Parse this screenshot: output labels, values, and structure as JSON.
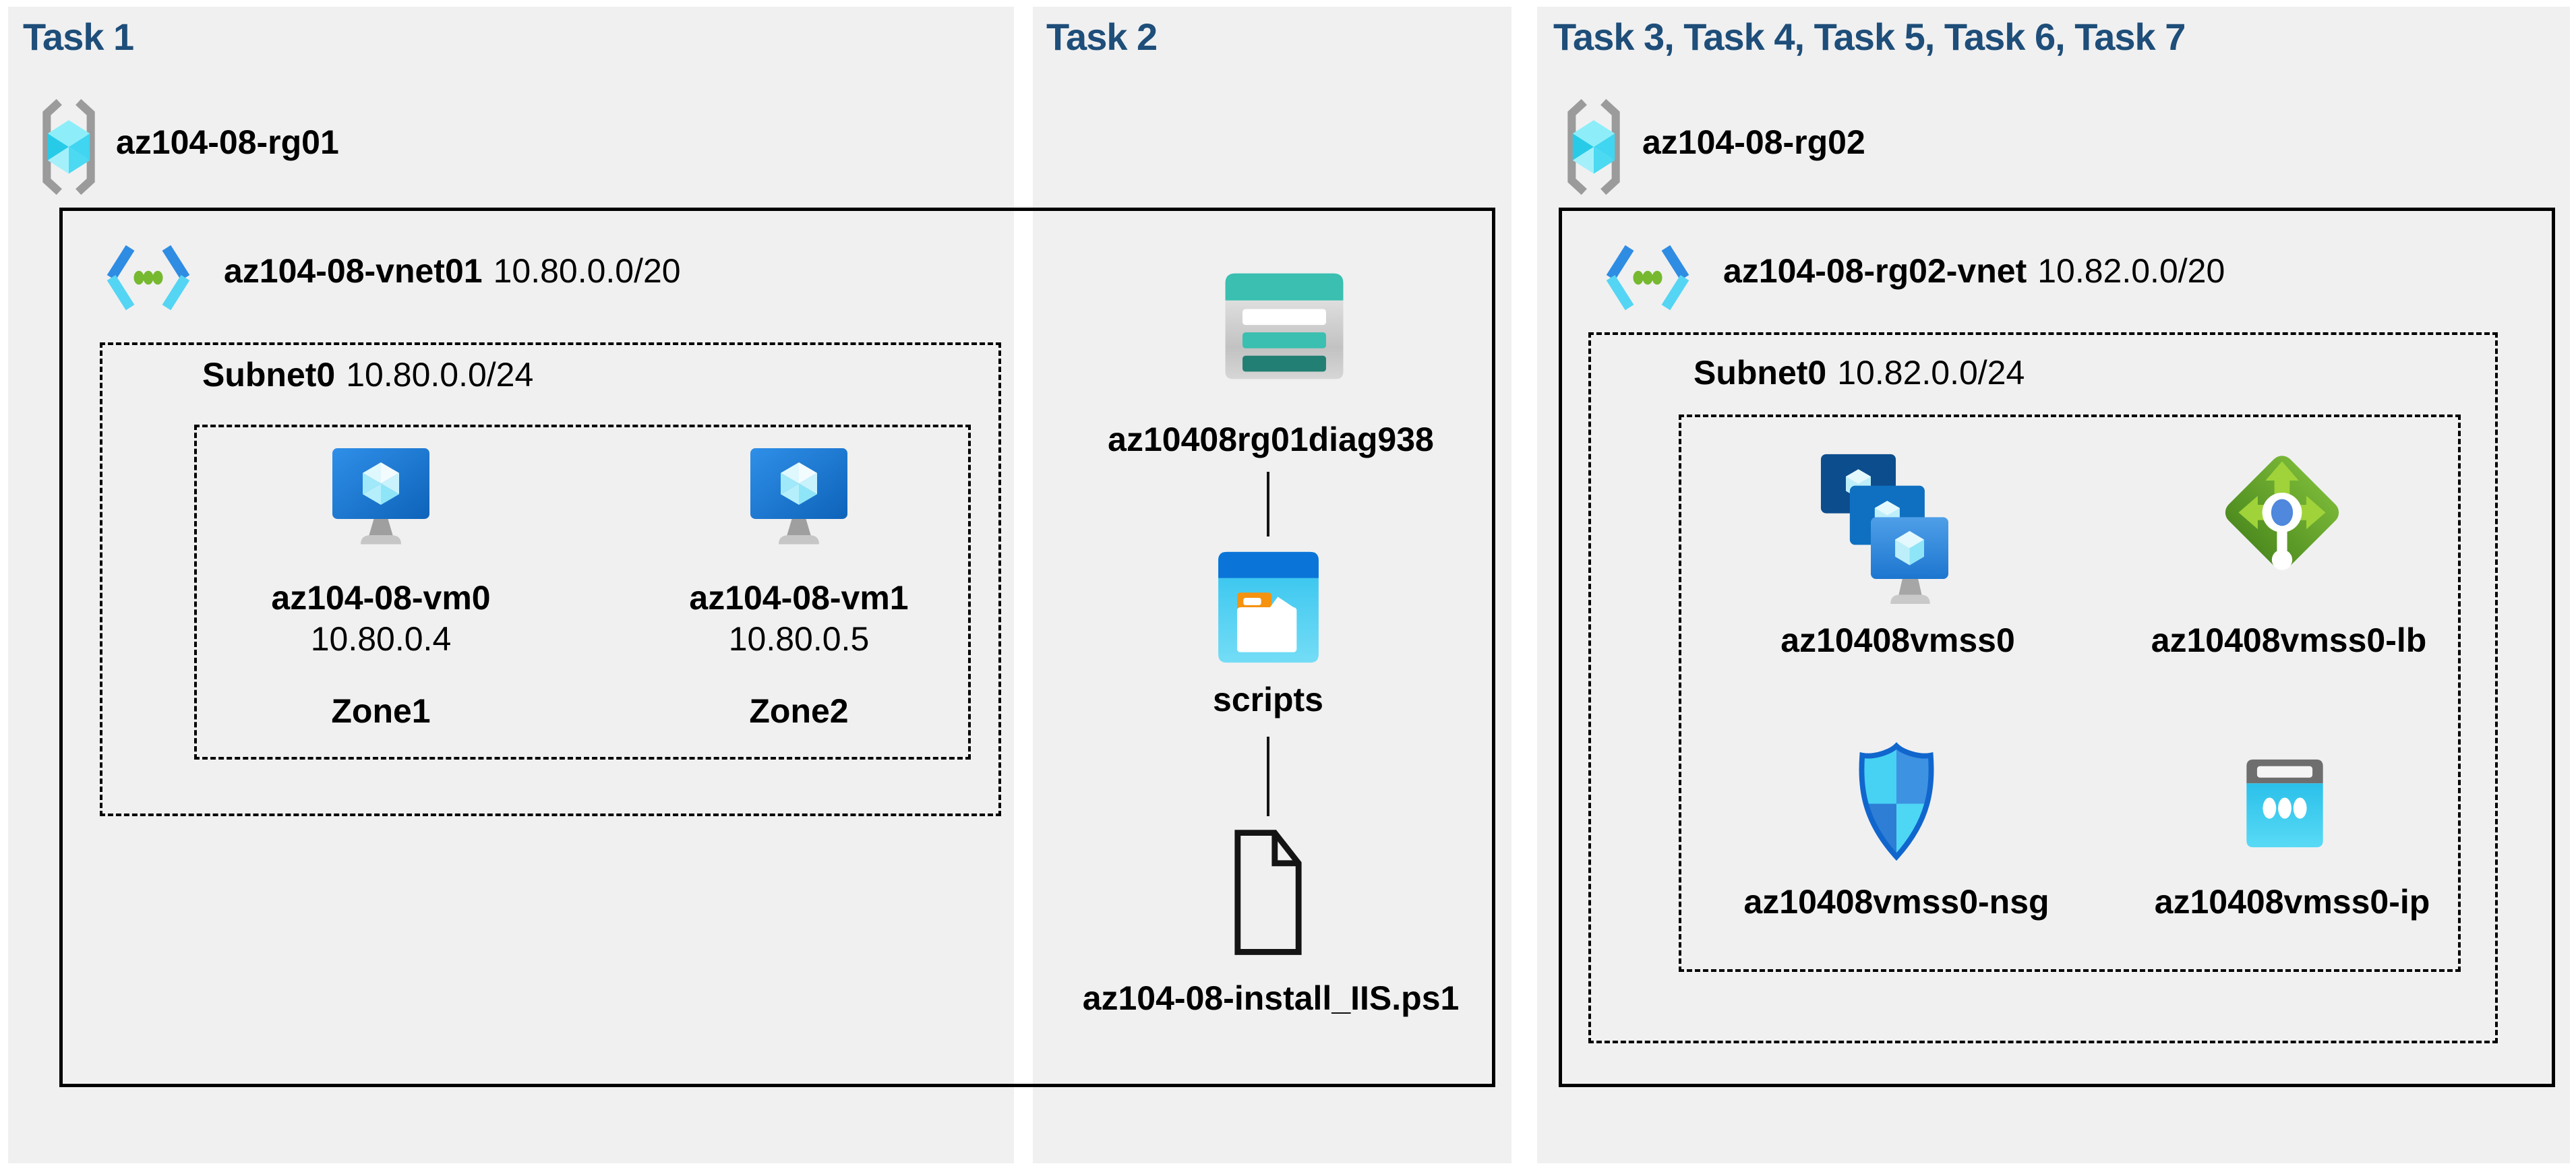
{
  "colors": {
    "task_title_blue": "#1e4e79",
    "panel_background": "#f0f0f1",
    "diagram_border": "#000000",
    "vm_blue": "#1f7ad4",
    "storage_teal": "#3abfb0",
    "container_blue": "#0b74d8",
    "load_balancer_green": "#64a312",
    "nsg_blue": "#1166cd",
    "public_ip_cyan": "#2bc0ea"
  },
  "panels": [
    {
      "title": "Task 1",
      "resource_group": "az104-08-rg01",
      "vnet_name": "az104-08-vnet01",
      "vnet_cidr": "10.80.0.0/20",
      "subnet_name": "Subnet0",
      "subnet_cidr": "10.80.0.0/24",
      "vms": [
        {
          "name": "az104-08-vm0",
          "ip": "10.80.0.4",
          "zone": "Zone1",
          "icon": "virtual-machine-icon"
        },
        {
          "name": "az104-08-vm1",
          "ip": "10.80.0.5",
          "zone": "Zone2",
          "icon": "virtual-machine-icon"
        }
      ]
    },
    {
      "title": "Task 2",
      "storage_account": "az10408rg01diag938",
      "container": "scripts",
      "script_file": "az104-08-install_IIS.ps1"
    },
    {
      "title": "Task 3, Task 4, Task 5, Task 6, Task 7",
      "resource_group": "az104-08-rg02",
      "vnet_name": "az104-08-rg02-vnet",
      "vnet_cidr": "10.82.0.0/20",
      "subnet_name": "Subnet0",
      "subnet_cidr": "10.82.0.0/24",
      "resources": [
        {
          "name": "az10408vmss0",
          "icon": "vm-scale-set-icon"
        },
        {
          "name": "az10408vmss0-lb",
          "icon": "load-balancer-icon"
        },
        {
          "name": "az10408vmss0-nsg",
          "icon": "network-security-group-icon"
        },
        {
          "name": "az10408vmss0-ip",
          "icon": "public-ip-icon"
        }
      ]
    }
  ]
}
